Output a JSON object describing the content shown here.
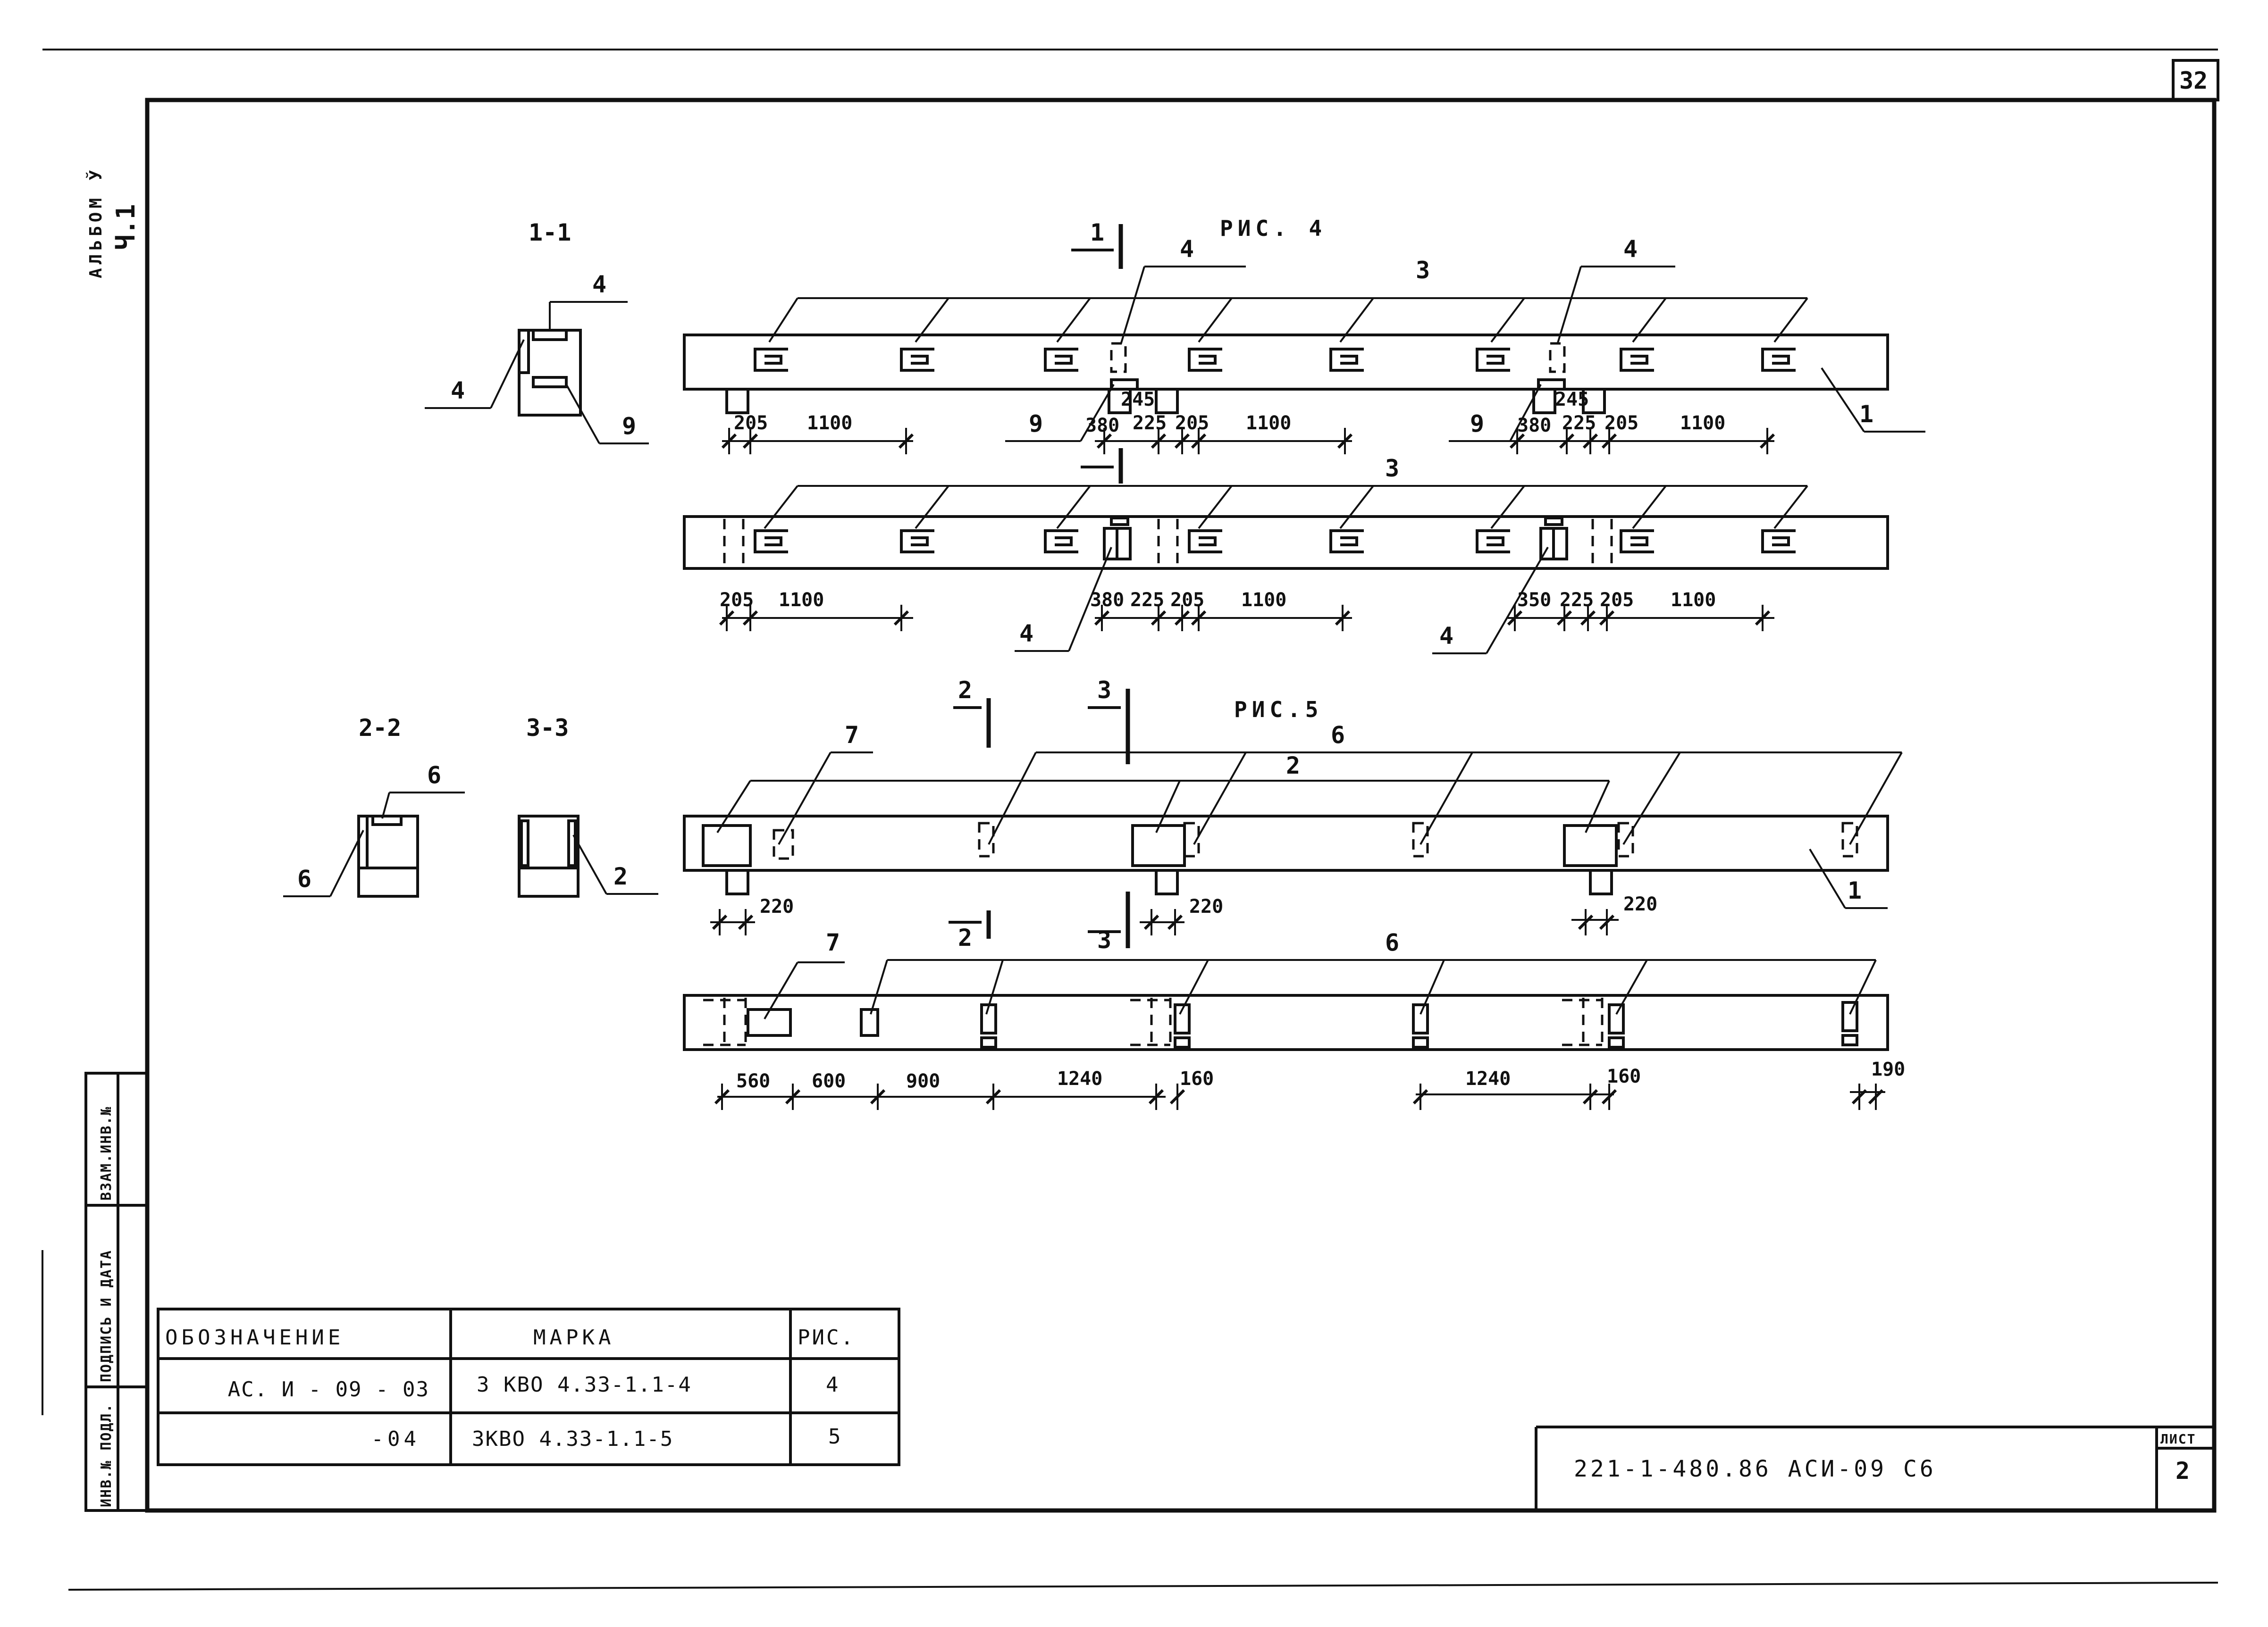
{
  "sheet_number": "32",
  "album": {
    "line1": "АЛЬБОМ Ў",
    "line2": "Ч.1"
  },
  "fig4": {
    "title": "РИС. 4",
    "section_1_1": "1-1",
    "callouts": [
      "1",
      "3",
      "4",
      "9"
    ],
    "dims_row1": [
      "205",
      "1100",
      "380",
      "225",
      "205",
      "1100",
      "245"
    ],
    "dims_row2": [
      "205",
      "1100",
      "380",
      "225",
      "205",
      "1100",
      "350"
    ]
  },
  "fig5": {
    "title": "РИС.5",
    "section_2_2": "2-2",
    "section_3_3": "3-3",
    "callouts": [
      "1",
      "2",
      "3",
      "6",
      "7"
    ],
    "dims_row1": [
      "220"
    ],
    "dims_row2": [
      "560",
      "600",
      "900",
      "1240",
      "160",
      "190"
    ]
  },
  "spec_table": {
    "headers": [
      "ОБОЗНАЧЕНИЕ",
      "МАРКА",
      "РИС."
    ],
    "rows": [
      {
        "designation": "АС. И - 09 - 03",
        "mark": "3 КВО 4.33-1.1-4",
        "fig": "4"
      },
      {
        "designation": "-04",
        "mark": "3КВО 4.33-1.1-5",
        "fig": "5"
      }
    ]
  },
  "side_stamp": {
    "cell1": "ИНВ.№ ПОДЛ.",
    "cell2": "ПОДПИСЬ И ДАТА",
    "cell3": "ВЗАМ.ИНВ.№"
  },
  "title_block": {
    "code": "221-1-480.86 АСИ-09 С6",
    "sheet_label": "ЛИСТ",
    "sheet_value": "2"
  }
}
